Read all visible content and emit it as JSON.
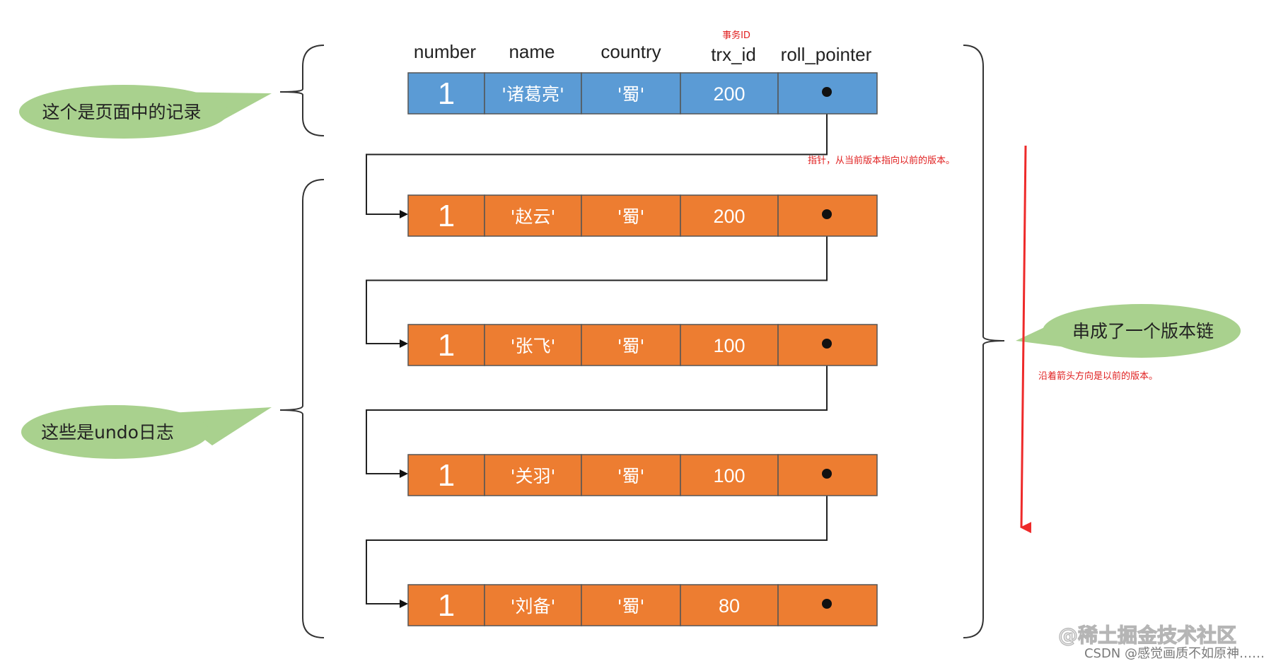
{
  "headers": {
    "number": "number",
    "name": "name",
    "country": "country",
    "trx_id": "trx_id",
    "trx_id_note": "事务ID",
    "roll_pointer": "roll_pointer"
  },
  "records": [
    {
      "number": "1",
      "name": "'诸葛亮'",
      "country": "'蜀'",
      "trx_id": "200",
      "kind": "page"
    },
    {
      "number": "1",
      "name": "'赵云'",
      "country": "'蜀'",
      "trx_id": "200",
      "kind": "undo"
    },
    {
      "number": "1",
      "name": "'张飞'",
      "country": "'蜀'",
      "trx_id": "100",
      "kind": "undo"
    },
    {
      "number": "1",
      "name": "'关羽'",
      "country": "'蜀'",
      "trx_id": "100",
      "kind": "undo"
    },
    {
      "number": "1",
      "name": "'刘备'",
      "country": "'蜀'",
      "trx_id": "80",
      "kind": "undo"
    }
  ],
  "bubbles": {
    "page_record": "这个是页面中的记录",
    "undo_log": "这些是undo日志",
    "version_chain": "串成了一个版本链"
  },
  "notes": {
    "pointer_note": "指针，从当前版本指向以前的版本。",
    "arrow_note": "沿着箭头方向是以前的版本。"
  },
  "watermark": "@稀土掘金技术社区",
  "credit": "CSDN @感觉画质不如原神……",
  "colors": {
    "page_row": "#5b9bd5",
    "undo_row": "#ed7d31",
    "bubble": "#a9d18e",
    "note": "#e02020",
    "link": "#222222"
  }
}
